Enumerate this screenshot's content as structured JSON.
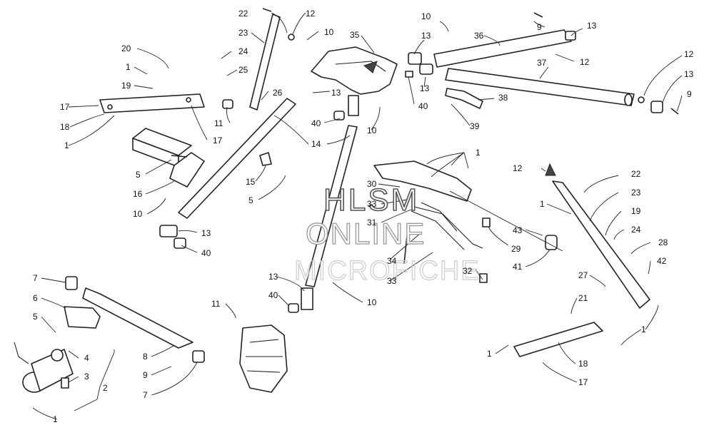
{
  "watermark": {
    "line1": "HLSM",
    "line2": "ONLINE",
    "line3": "MICROFICHE"
  },
  "callouts": [
    "1",
    "2",
    "3",
    "4",
    "5",
    "6",
    "7",
    "8",
    "9",
    "10",
    "11",
    "12",
    "13",
    "14",
    "15",
    "16",
    "17",
    "18",
    "19",
    "20",
    "21",
    "22",
    "23",
    "24",
    "25",
    "26",
    "27",
    "28",
    "29",
    "30",
    "31",
    "32",
    "33",
    "34",
    "35",
    "36",
    "37",
    "38",
    "39",
    "40",
    "41",
    "42",
    "43"
  ]
}
